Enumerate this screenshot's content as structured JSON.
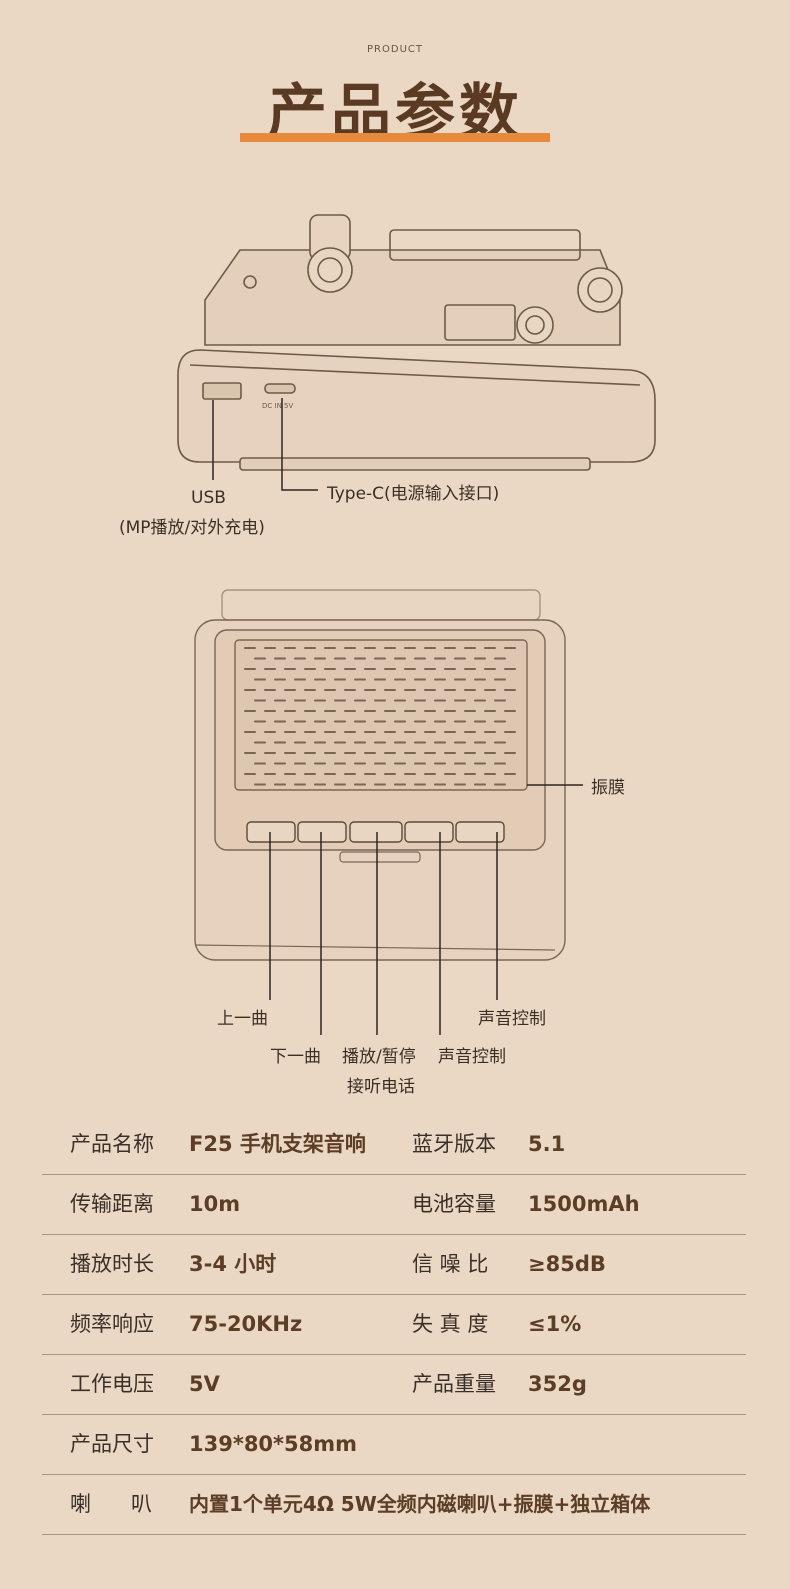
{
  "header": {
    "subtitle": "PRODUCT",
    "title": "产品参数"
  },
  "side_view": {
    "usb_label": "USB",
    "usb_desc": "(MP播放/对外充电)",
    "typec_label": "Type-C(电源输入接口)",
    "port_print": "DC IN 5V"
  },
  "top_view": {
    "diaphragm": "振膜",
    "prev": "上一曲",
    "next": "下一曲",
    "play_pause": "播放/暂停",
    "answer_call": "接听电话",
    "volume_1": "声音控制",
    "volume_2": "声音控制"
  },
  "specs": [
    {
      "k1": "产品名称",
      "v1": "F25 手机支架音响",
      "k2": "蓝牙版本",
      "v2": "5.1"
    },
    {
      "k1": "传输距离",
      "v1": "10m",
      "k2": "电池容量",
      "v2": "1500mAh"
    },
    {
      "k1": "播放时长",
      "v1": "3-4 小时",
      "k2": "信 噪 比",
      "v2": "≥85dB"
    },
    {
      "k1": "频率响应",
      "v1": "75-20KHz",
      "k2": "失 真 度",
      "v2": "≤1%"
    },
    {
      "k1": "工作电压",
      "v1": "5V",
      "k2": "产品重量",
      "v2": "352g"
    },
    {
      "k1": "产品尺寸",
      "v1": "139*80*58mm",
      "k2": "",
      "v2": ""
    },
    {
      "k1": "喇      叭",
      "v1": "内置1个单元4Ω 5W全频内磁喇叭+振膜+独立箱体",
      "k2": "",
      "v2": ""
    }
  ],
  "colors": {
    "background": "#ead8c5",
    "accent_bar": "#e88a3c",
    "title": "#5a3a22"
  }
}
